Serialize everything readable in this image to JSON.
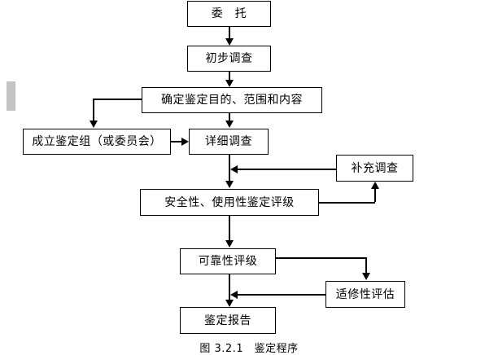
{
  "figure": {
    "caption": "图 3.2.1　鉴定程序",
    "background_color": "#ffffff",
    "line_color": "#000000",
    "margin_mark_color": "#c4c4c4"
  },
  "nodes": {
    "commission": {
      "label": "委　托"
    },
    "preliminary_survey": {
      "label": "初步调查"
    },
    "determine_scope": {
      "label": "确定鉴定目的、范围和内容"
    },
    "form_appraisal_group": {
      "label": "成立鉴定组（或委员会）"
    },
    "detailed_survey": {
      "label": "详细调查"
    },
    "supplementary_survey": {
      "label": "补充调查"
    },
    "safety_usability_rating": {
      "label": "安全性、使用性鉴定评级"
    },
    "reliability_rating": {
      "label": "可靠性评级"
    },
    "repairability_assessment": {
      "label": "适修性评估"
    },
    "appraisal_report": {
      "label": "鉴定报告"
    }
  }
}
